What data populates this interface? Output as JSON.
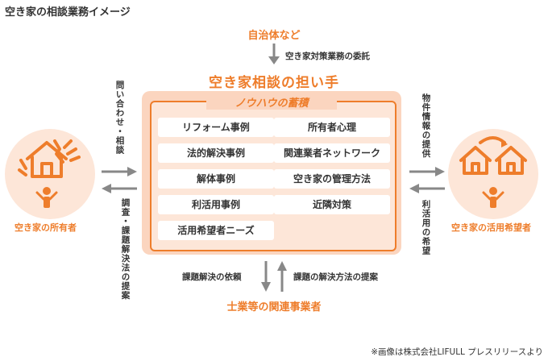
{
  "page_title": "空き家の相談業務イメージ",
  "top_actor": "自治体など",
  "top_arrow_label": "空き家対策業務の委託",
  "center_title": "空き家相談の担い手",
  "panel": {
    "heading": "ノウハウの蓄積",
    "items": [
      "リフォーム事例",
      "所有者心理",
      "法的解決事例",
      "関連業者ネットワーク",
      "解体事例",
      "空き家の管理方法",
      "利活用事例",
      "近隣対策",
      "活用希望者ニーズ"
    ]
  },
  "left_actor": "空き家の所有者",
  "left_upper_label": "問い合わせ・相談",
  "left_lower_label": "調査・課題解決法の提案",
  "right_actor": "空き家の活用希望者",
  "right_upper_label": "物件情報の提供",
  "right_lower_label": "利活用の希望",
  "bottom_left_label": "課題解決の依頼",
  "bottom_right_label": "課題の解決方法の提案",
  "bottom_actor": "士業等の関連事業者",
  "footnote": "※画像は株式会社LIFULL プレスリリースより",
  "colors": {
    "accent": "#ee7d2b",
    "panel_bg": "#fbd5bf",
    "panel_inner": "#fde6d8",
    "arrow": "#888888"
  }
}
